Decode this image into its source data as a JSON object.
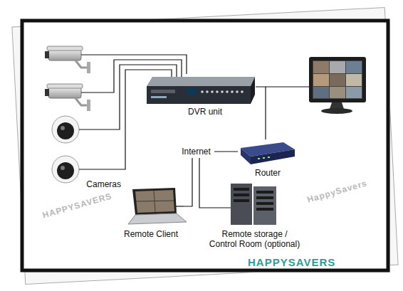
{
  "diagram": {
    "nodes": [
      {
        "text": [
          "Cameras"
        ]
      },
      {
        "text": [
          "DVR unit"
        ]
      },
      {
        "text": [
          "Router"
        ]
      },
      {
        "text": [
          "Internet"
        ]
      },
      {
        "text": [
          "Remote Client"
        ]
      },
      {
        "text": [
          "Remote storage / Control Room (optional)"
        ]
      }
    ],
    "edges": [
      {
        "from": 0,
        "to": 1,
        "arrow": "none"
      },
      {
        "from": 1,
        "to": 2,
        "arrow": "none"
      },
      {
        "from": 3,
        "to": 2,
        "arrow": "none"
      },
      {
        "from": 3,
        "to": 4,
        "arrow": "none"
      },
      {
        "from": 3,
        "to": 5,
        "arrow": "none"
      }
    ],
    "labels": [
      "HAPPYSAVERS",
      "HappySavers",
      "HAPPYSAVERS"
    ]
  }
}
